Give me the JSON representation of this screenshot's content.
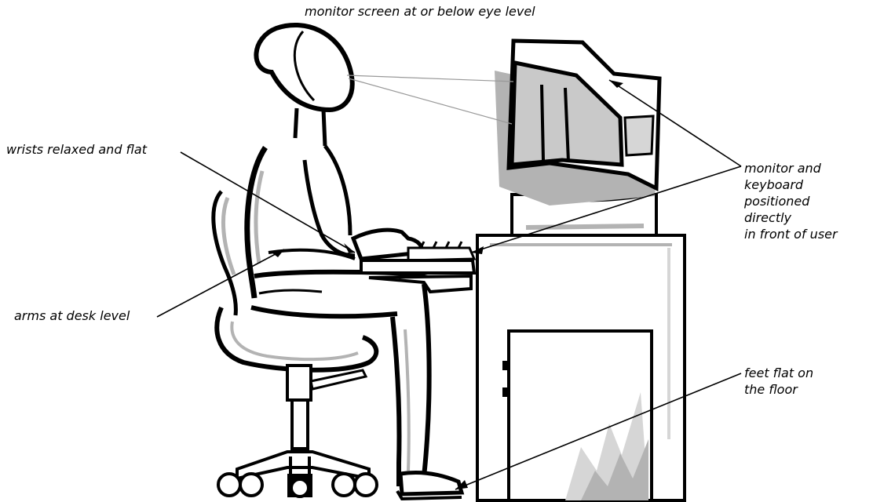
{
  "colors": {
    "ink": "#000000",
    "shadow": "#b3b3b3",
    "light_shadow": "#d6d6d6",
    "paper": "#ffffff"
  },
  "labels": {
    "monitor_eye_level": "monitor screen at or below eye level",
    "wrists": "wrists relaxed and flat",
    "arms": "arms at desk level",
    "monitor_keyboard": [
      "monitor and",
      "keyboard",
      "positioned",
      "directly",
      "in front of user"
    ],
    "feet": [
      "feet flat on",
      "the floor"
    ]
  }
}
